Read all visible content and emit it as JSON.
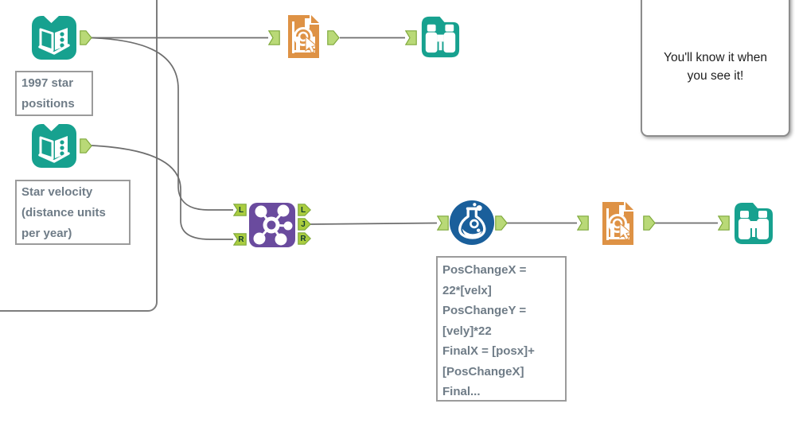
{
  "app": "workflow-canvas",
  "colors": {
    "tool_teal": "#17A18F",
    "tool_orange": "#DE9245",
    "tool_purple": "#6A4B9E",
    "tool_blue": "#1A5F9B",
    "anchor_green_light": "#B9D977",
    "anchor_green": "#AACD3F",
    "anchor_border": "#7FA93C",
    "wire_gray": "#6E6E6E",
    "label_text": "#6F7C87",
    "box_border": "#9B9B9B"
  },
  "nodes": {
    "input1": {
      "icon": "input-data-icon",
      "label_lines": [
        "1997 star",
        "positions"
      ]
    },
    "input2": {
      "icon": "input-data-icon",
      "label_lines": [
        "Star velocity",
        "(distance units",
        "per year)"
      ]
    },
    "chart1": {
      "icon": "interactive-chart-icon"
    },
    "browse1": {
      "icon": "browse-icon"
    },
    "join": {
      "icon": "join-icon",
      "input_anchor_labels": [
        "L",
        "R"
      ],
      "output_anchor_labels": [
        "L",
        "J",
        "R"
      ]
    },
    "formula": {
      "icon": "formula-icon",
      "annotation_lines": [
        "PosChangeX =",
        "22*[velx]",
        "PosChangeY =",
        "[vely]*22",
        "FinalX = [posx]+",
        "[PosChangeX]",
        "Final..."
      ]
    },
    "chart2": {
      "icon": "interactive-chart-icon"
    },
    "browse2": {
      "icon": "browse-icon"
    }
  },
  "comment": {
    "lines": [
      "You'll know it when",
      "you see it!"
    ]
  }
}
